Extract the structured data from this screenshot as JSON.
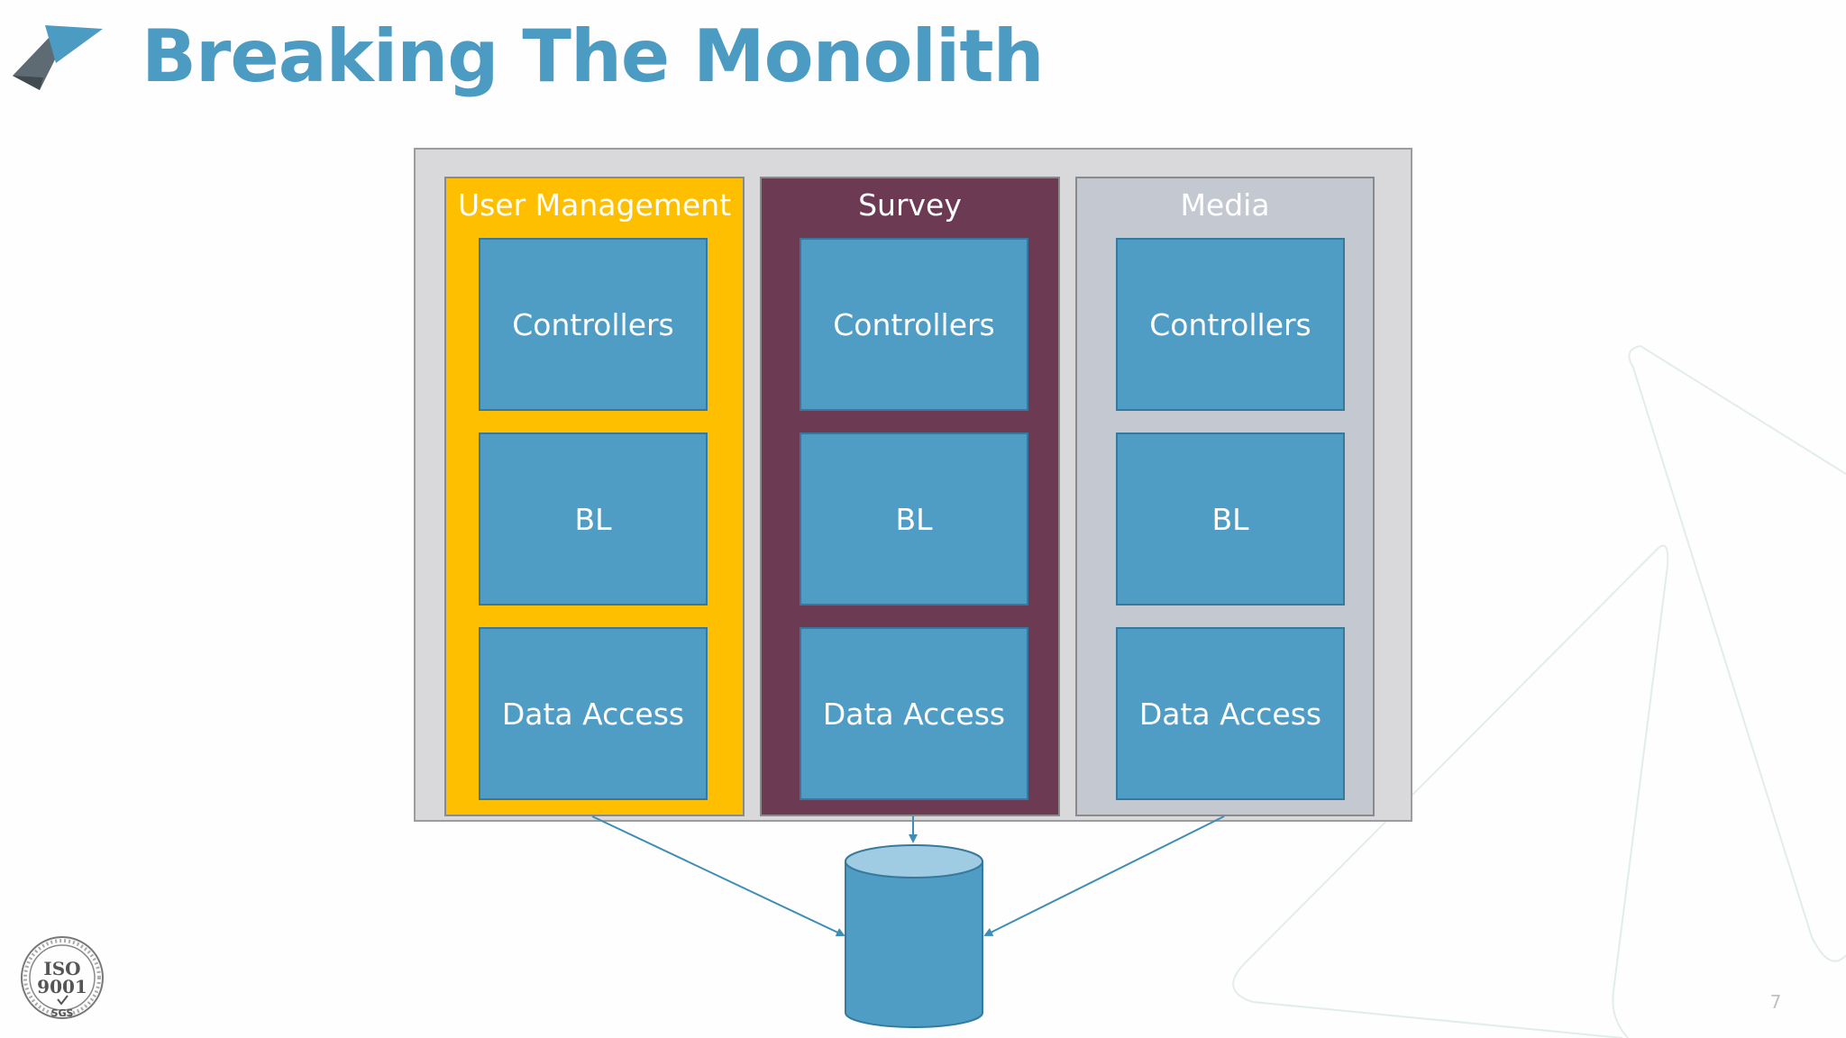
{
  "slide": {
    "title": "Breaking The Monolith",
    "page_number": "7"
  },
  "modules": [
    {
      "name": "User Management",
      "color": "#fdbf00",
      "layers": [
        "Controllers",
        "BL",
        "Data Access"
      ]
    },
    {
      "name": "Survey",
      "color": "#6d3a53",
      "layers": [
        "Controllers",
        "BL",
        "Data Access"
      ]
    },
    {
      "name": "Media",
      "color": "#c4c8d1",
      "layers": [
        "Controllers",
        "BL",
        "Data Access"
      ]
    }
  ],
  "iso_badge": {
    "top": "ISO",
    "bottom": "9001",
    "footer": "SGS"
  },
  "colors": {
    "title": "#4b9bc2",
    "layer": "#4f9cc5",
    "monolith_container": "#d9d9db",
    "connector": "#3f8db6"
  },
  "icons": {
    "logo": "chevron-arrow-logo",
    "database": "database-cylinder-icon",
    "certification": "iso-9001-seal"
  }
}
